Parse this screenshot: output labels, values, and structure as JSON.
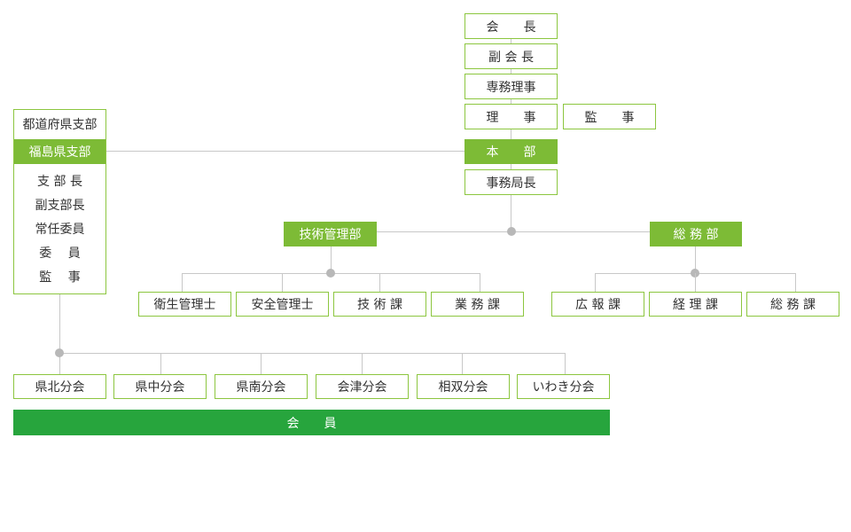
{
  "top": {
    "chairman": "会　　長",
    "vice_chairman": "副 会 長",
    "executive_director": "専務理事",
    "director": "理　　事",
    "auditor": "監　　事",
    "headquarters": "本　　部",
    "secretary_general": "事務局長"
  },
  "technical": {
    "dept": "技術管理部",
    "units": [
      "衛生管理士",
      "安全管理士",
      "技 術 課",
      "業 務 課"
    ]
  },
  "general_affairs": {
    "dept": "総 務 部",
    "units": [
      "広 報 課",
      "経 理 課",
      "総 務 課"
    ]
  },
  "branch": {
    "header": "都道府県支部",
    "name": "福島県支部",
    "roles": [
      "支 部 長",
      "副支部長",
      "常任委員",
      "委　 員",
      "監　 事"
    ]
  },
  "subbranches": [
    "県北分会",
    "県中分会",
    "県南分会",
    "会津分会",
    "相双分会",
    "いわき分会"
  ],
  "members": "会　　員",
  "colors": {
    "green_border": "#8cc63f",
    "green_fill": "#7dbb36",
    "members_fill": "#27a53d",
    "line": "#c8c8c8"
  }
}
